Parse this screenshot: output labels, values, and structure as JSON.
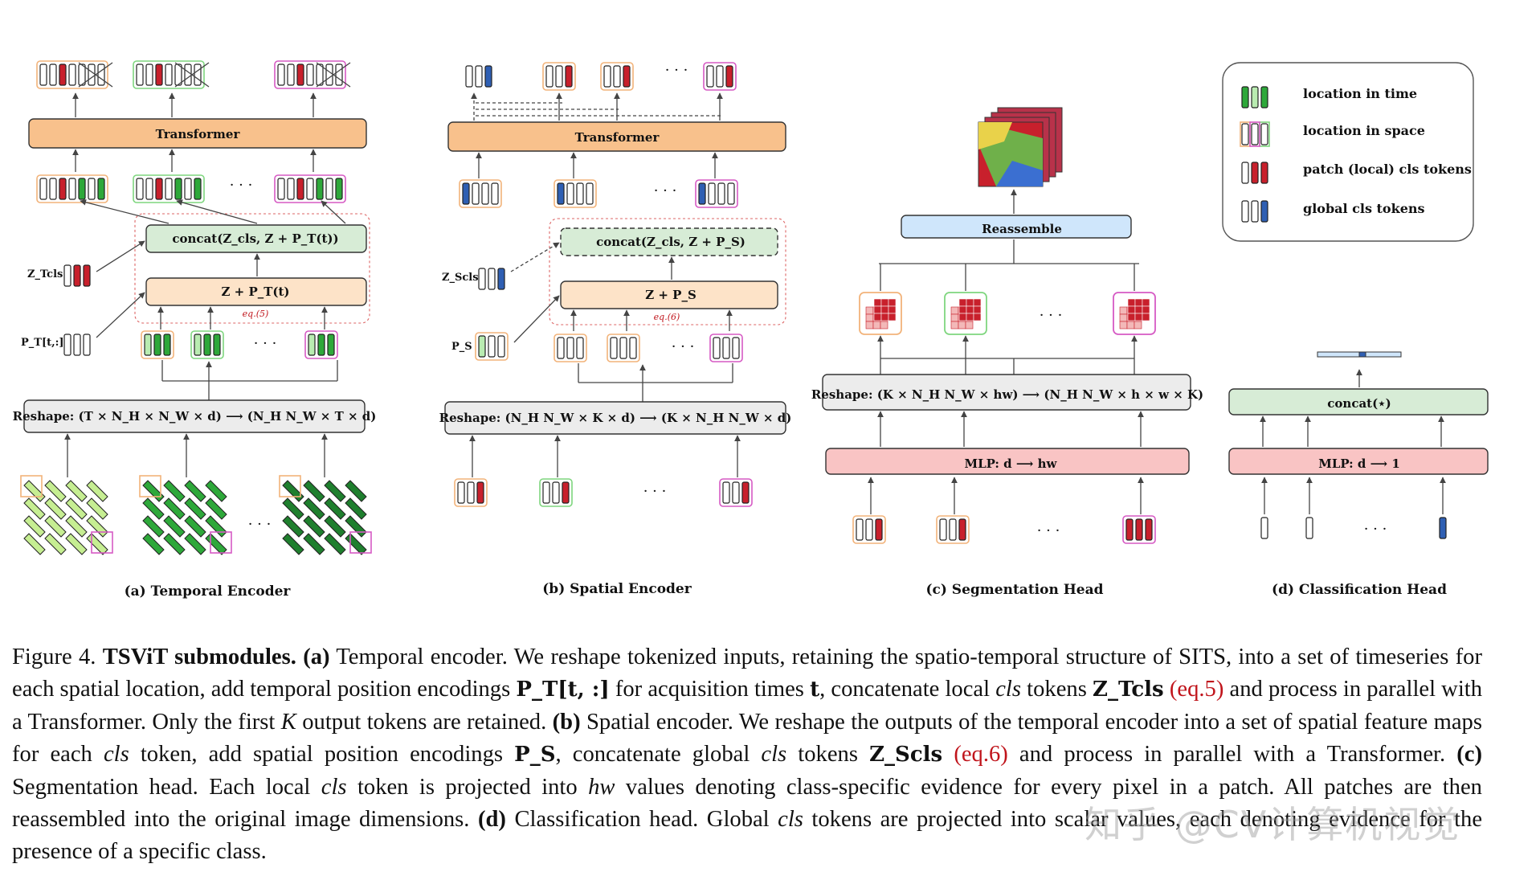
{
  "legend": {
    "items": [
      {
        "label": "location in time",
        "color": "#2ea83a",
        "fill": "#2ea83a"
      },
      {
        "label": "location in space",
        "color": "#f2b37a",
        "fill": "#ffffff"
      },
      {
        "label": "patch (local) cls tokens",
        "color": "#c8202c",
        "fill": "#c8202c"
      },
      {
        "label": "global cls tokens",
        "color": "#2f5fb3",
        "fill": "#2f5fb3"
      }
    ]
  },
  "temporal": {
    "transformer": "Transformer",
    "concat": "concat(Z_cls, Z + P_T(t))",
    "add": "Z + P_T(t)",
    "eq": "eq.(5)",
    "z_label": "Z_Tcls",
    "p_label": "P_T[t,:]",
    "reshape": "Reshape: (T × N_H × N_W × d) ⟶ (N_H N_W × T × d)",
    "caption": "(a) Temporal Encoder"
  },
  "spatial": {
    "transformer": "Transformer",
    "concat": "concat(Z_cls, Z + P_S)",
    "add": "Z + P_S",
    "eq": "eq.(6)",
    "z_label": "Z_Scls",
    "p_label": "P_S",
    "reshape": "Reshape: (N_H N_W × K × d) ⟶ (K × N_H N_W × d)",
    "caption": "(b) Spatial Encoder"
  },
  "segmentation": {
    "reassemble": "Reassemble",
    "reshape": "Reshape: (K × N_H N_W × hw) ⟶ (N_H N_W × h × w × K)",
    "mlp": "MLP: d ⟶ hw",
    "caption": "(c) Segmentation Head"
  },
  "classification": {
    "concat": "concat(⋆)",
    "mlp": "MLP: d ⟶ 1",
    "caption": "(d) Classification Head"
  },
  "dots": "· · ·",
  "caption": {
    "fig_label": "Figure 4.",
    "fig_title": "TSViT submodules.",
    "a_label": "(a)",
    "a_text1": "Temporal encoder. We reshape tokenized inputs, retaining the spatio-temporal structure of SITS, into a set of timeseries for each spatial location, add temporal position encodings",
    "a_sym1": "P_T[t, :]",
    "a_text2": "for acquisition times",
    "a_sym2": "t",
    "a_text3": ", concatenate local",
    "a_cls1": "cls",
    "a_text4": "tokens",
    "a_sym3": "Z_Tcls",
    "a_eq": "(eq.5)",
    "a_text5": "and process in parallel with a Transformer. Only the first",
    "a_k": "K",
    "a_text6": "output tokens are retained.",
    "b_label": "(b)",
    "b_text1": "Spatial encoder. We reshape the outputs of the temporal encoder into a set of spatial feature maps for each",
    "b_cls": "cls",
    "b_text2": "token, add spatial position encodings",
    "b_sym1": "P_S",
    "b_text3": ", concatenate global",
    "b_cls2": "cls",
    "b_text4": "tokens",
    "b_sym2": "Z_Scls",
    "b_eq": "(eq.6)",
    "b_text5": "and process in parallel with a Transformer.",
    "c_label": "(c)",
    "c_text1": "Segmentation head. Each local",
    "c_cls": "cls",
    "c_text2": "token is projected into",
    "c_hw": "hw",
    "c_text3": "values denoting class-specific evidence for every pixel in a patch. All patches are then reassembled into the original image dimensions.",
    "d_label": "(d)",
    "d_text1": "Classification head. Global",
    "d_cls": "cls",
    "d_text2": "tokens are projected into scalar values, each denoting evidence for the presence of a specific class."
  },
  "watermark": "知乎 @CV计算机视觉"
}
